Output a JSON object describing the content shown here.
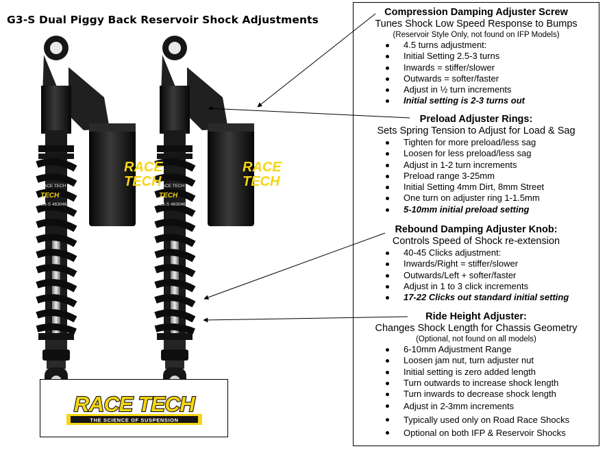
{
  "title": "G3-S Dual Piggy Back Reservoir Shock Adjustments",
  "shock_label": {
    "brand_line1": "RACE",
    "brand_line2": "TECH",
    "small_brand": "RACE TECH",
    "small_code": "G3-S  463046SR"
  },
  "logo": {
    "brand": "RACE TECH",
    "tagline": "THE SCIENCE OF SUSPENSION"
  },
  "sections": [
    {
      "title": "Compression Damping Adjuster Screw",
      "subtitle": "Tunes Shock Low Speed Response to Bumps",
      "note": "(Reservoir Style Only, not found on IFP Models)",
      "items": [
        "4.5 turns adjustment:",
        "Initial Setting 2.5-3 turns",
        "Inwards = stiffer/slower",
        "Outwards = softer/faster",
        "Adjust in ½ turn increments"
      ],
      "emphasis": "Initial setting is 2-3 turns out"
    },
    {
      "title": "Preload Adjuster Rings:",
      "subtitle": "Sets Spring Tension to Adjust for Load & Sag",
      "items": [
        "Tighten for more preload/less sag",
        "Loosen for less preload/less sag",
        "Adjust in 1-2 turn increments",
        "Preload range 3-25mm",
        "Initial Setting 4mm Dirt, 8mm Street",
        "One turn on adjuster ring 1-1.5mm"
      ],
      "emphasis": "5-10mm initial preload setting"
    },
    {
      "title": "Rebound Damping Adjuster Knob:",
      "subtitle": "Controls Speed of Shock re-extension",
      "items": [
        "40-45 Clicks adjustment:",
        "Inwards/Right = stiffer/slower",
        "Outwards/Left + softer/faster",
        "Adjust in 1 to 3 click increments"
      ],
      "emphasis": "17-22 Clicks out standard initial setting"
    },
    {
      "title": "Ride Height Adjuster:",
      "subtitle": "Changes Shock Length for Chassis Geometry",
      "note": "(Optional, not found on all models)",
      "items": [
        "6-10mm Adjustment Range",
        "Loosen jam nut, turn adjuster nut",
        "Initial setting is zero added length",
        "Turn outwards to increase shock length",
        "Turn inwards to decrease shock length"
      ],
      "items_wide": [
        "Adjust in 2-3mm increments",
        "Typically used only on Road Race Shocks",
        "Optional on both IFP & Reservoir Shocks"
      ]
    }
  ],
  "colors": {
    "brand_yellow": "#f5d515",
    "shock_black": "#141414",
    "shaft_chrome": "#c9c9c9"
  }
}
